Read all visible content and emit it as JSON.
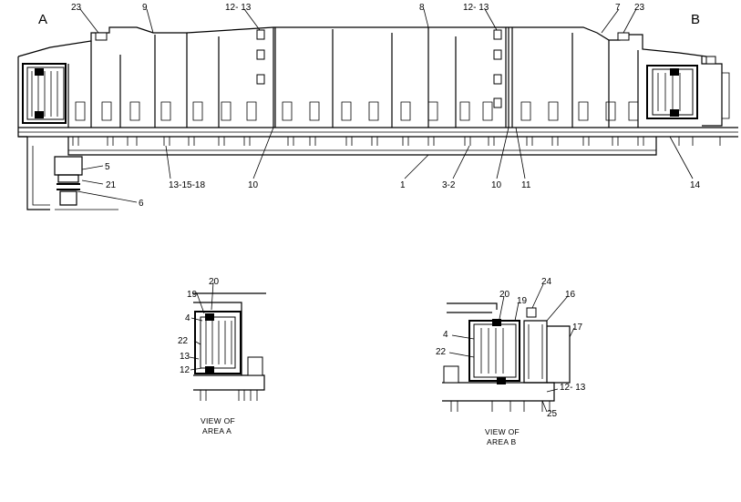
{
  "corner_labels": {
    "a": "A",
    "b": "B"
  },
  "callouts": {
    "c23_left": "23",
    "c9": "9",
    "c12_13_left": "12- 13",
    "c8": "8",
    "c12_13_mid": "12- 13",
    "c7": "7",
    "c23_right": "23",
    "c5": "5",
    "c21": "21",
    "c6": "6",
    "c13_15_18": "13-15-18",
    "c10_left": "10",
    "c1": "1",
    "c3_2": "3-2",
    "c10_right": "10",
    "c11": "11",
    "c14": "14",
    "va_20": "20",
    "va_19": "19",
    "va_4": "4",
    "va_22": "22",
    "va_13": "13",
    "va_12": "12",
    "vb_24": "24",
    "vb_20": "20",
    "vb_19": "19",
    "vb_16": "16",
    "vb_4": "4",
    "vb_17": "17",
    "vb_22": "22",
    "vb_12_13": "12- 13",
    "vb_25": "25"
  },
  "captions": {
    "view_a_line1": "VIEW OF",
    "view_a_line2": "AREA A",
    "view_b_line1": "VIEW OF",
    "view_b_line2": "AREA B"
  }
}
